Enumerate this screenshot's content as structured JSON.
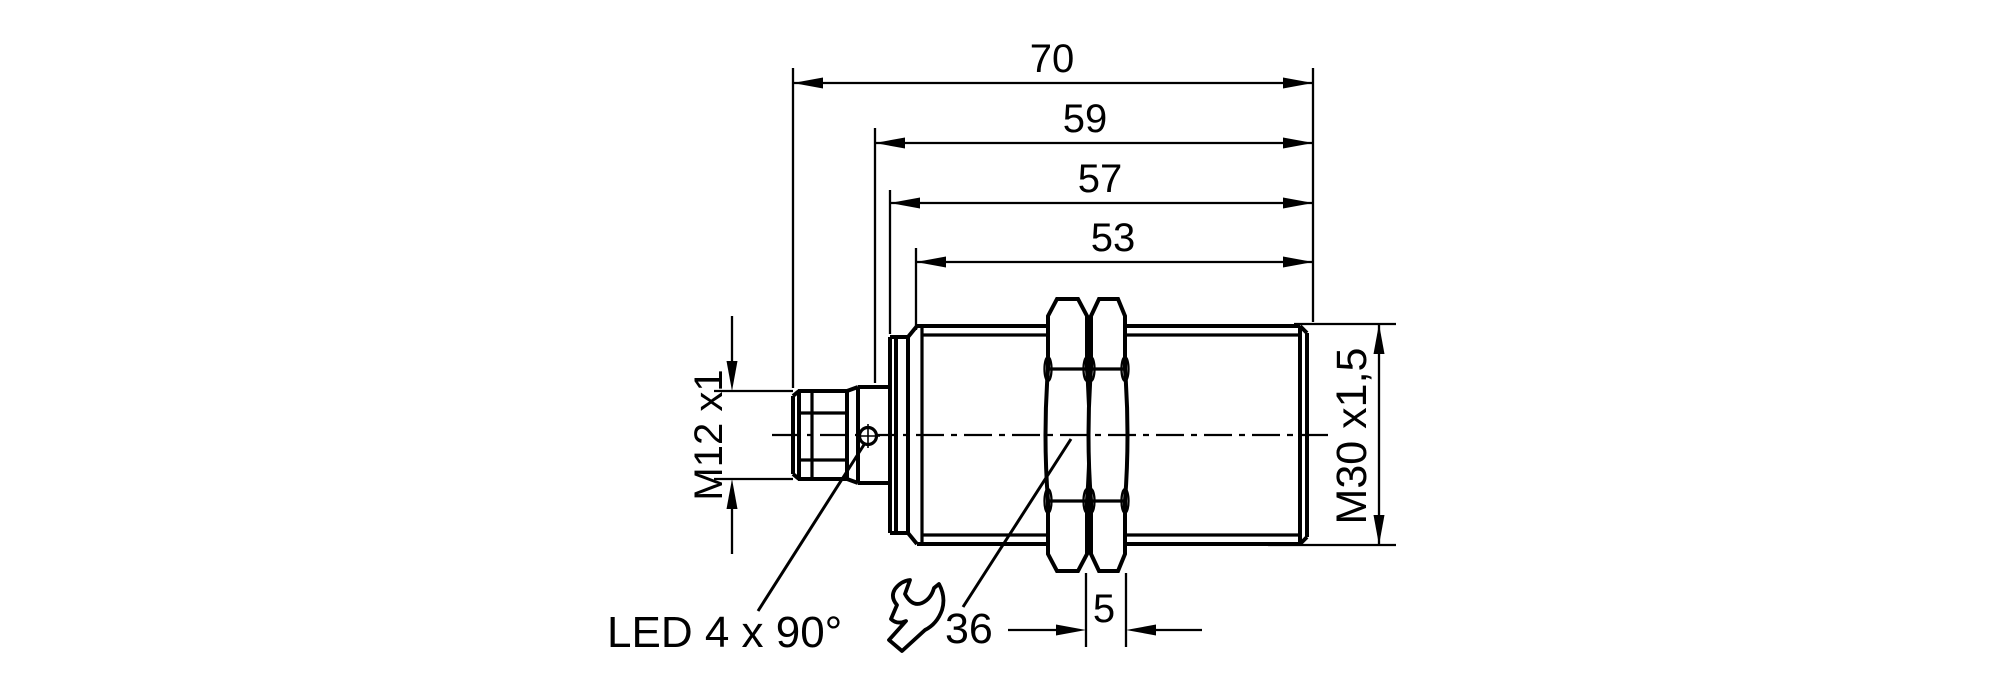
{
  "colors": {
    "background": "#ffffff",
    "line": "#000000"
  },
  "dimensions": {
    "overall_length": "70",
    "length_to_connector_flange": "59",
    "housing_length": "57",
    "thread_length": "53",
    "nut_collar_width": "5"
  },
  "labels": {
    "connector_thread": "M12 x1",
    "housing_thread": "M30 x1,5",
    "led_annotation": "LED 4 x 90°",
    "wrench_size": "36"
  }
}
